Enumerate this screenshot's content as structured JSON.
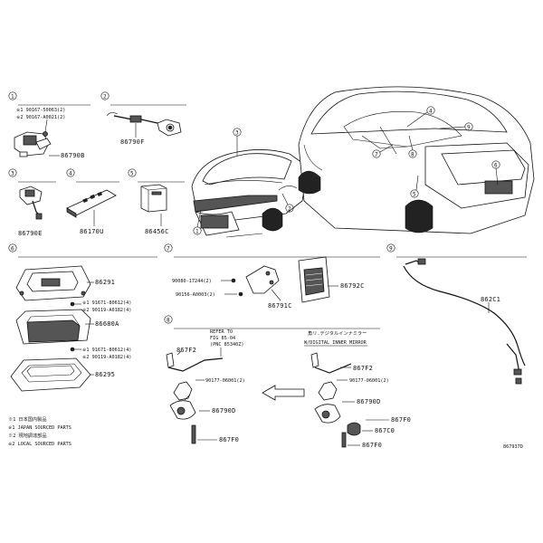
{
  "diagram": {
    "sections": [
      "1",
      "2",
      "3",
      "4",
      "5",
      "6",
      "7",
      "8",
      "9"
    ],
    "vehicle_callouts": [
      "3",
      "4",
      "2",
      "1",
      "7",
      "8",
      "9",
      "5",
      "6"
    ],
    "s1": {
      "code1": "※1 90167-50063(2)",
      "code2": "※2 90167-A0021(2)",
      "part": "86790B"
    },
    "s2": {
      "part": "86790F"
    },
    "s3": {
      "part": "86790E"
    },
    "s4": {
      "part": "86170U"
    },
    "s5": {
      "part": "86456C"
    },
    "s6": {
      "part_top": "86291",
      "code_a1": "※1 91671-80612(4)",
      "code_a2": "※2 90119-A0182(4)",
      "part_mid": "86680A",
      "code_b1": "※1 91671-80612(4)",
      "code_b2": "※2 90119-A0182(4)",
      "part_bottom": "86295"
    },
    "s7": {
      "code1": "90080-17244(2)",
      "code2": "90156-A0003(2)",
      "part1": "86791C",
      "part2": "86792C"
    },
    "s8": {
      "refer1": "REFER TO",
      "refer2": "FIG 85-04",
      "refer3": "(PNC 85340Z)",
      "note_jp": "角リ.デジタルインナミラー",
      "note_en": "W/DIGITAL INNER MIRROR",
      "left_part_top": "867F2",
      "left_code": "90177-06001(2)",
      "left_part_mid": "86790D",
      "left_part_bottom": "867F0",
      "right_part_top": "867F2",
      "right_code": "90177-06001(2)",
      "right_part_mid": "86790D",
      "right_part_1": "867F0",
      "right_part_2": "867C0",
      "right_part_3": "867F0"
    },
    "s9": {
      "part": "862C1"
    },
    "legend": {
      "l1": "※1 日本国内製品",
      "l2": "※1 JAPAN SOURCED PARTS",
      "l3": "※2 現地調達部品",
      "l4": "※2 LOCAL SOURCED PARTS"
    },
    "figure_id": "867937D"
  }
}
